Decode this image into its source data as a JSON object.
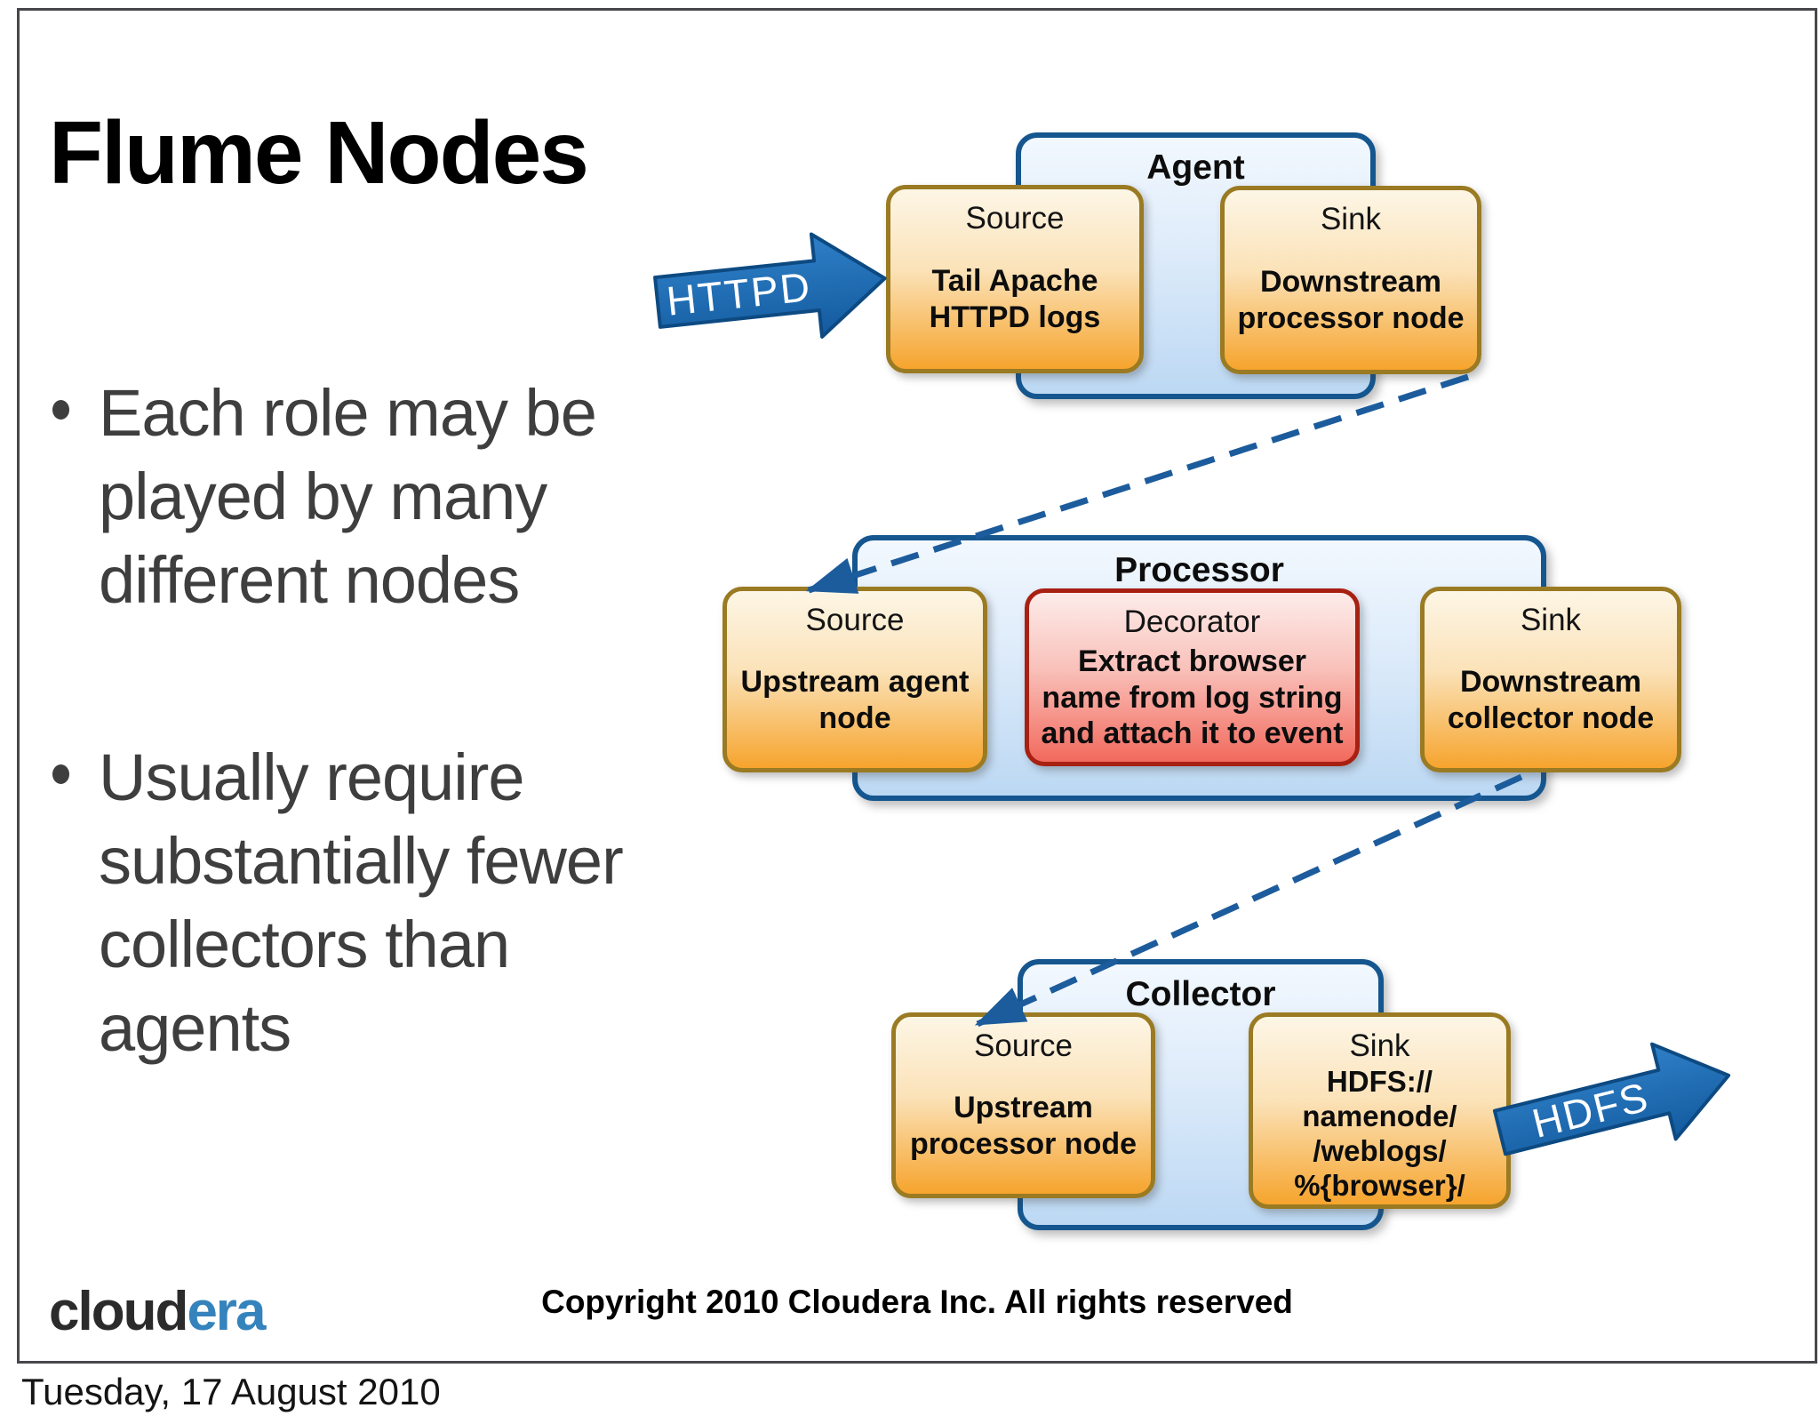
{
  "slide": {
    "title": "Flume Nodes",
    "bullets": [
      "Each role may be\nplayed by many\ndifferent nodes",
      "Usually require\nsubstantially fewer\ncollectors than agents"
    ],
    "date": "Tuesday, 17 August 2010"
  },
  "diagram": {
    "groups": [
      {
        "label": "Agent",
        "nodes": [
          {
            "role": "Source",
            "body": "Tail Apache\nHTTPD logs"
          },
          {
            "role": "Sink",
            "body": "Downstream\nprocessor node"
          }
        ]
      },
      {
        "label": "Processor",
        "nodes": [
          {
            "role": "Source",
            "body": "Upstream agent\nnode"
          },
          {
            "role": "Decorator",
            "body": "Extract browser\nname from log string\nand attach it to event"
          },
          {
            "role": "Sink",
            "body": "Downstream\ncollector node"
          }
        ]
      },
      {
        "label": "Collector",
        "nodes": [
          {
            "role": "Source",
            "body": "Upstream\nprocessor node"
          },
          {
            "role": "Sink",
            "body": "HDFS://\nnamenode/\n/weblogs/\n%{browser}/"
          }
        ]
      }
    ],
    "arrows": {
      "in_label": "HTTPD",
      "out_label": "HDFS"
    },
    "colors": {
      "container_border": "#15568f",
      "container_fill_bottom": "#bcd8f3",
      "node_border": "#9a7a22",
      "node_fill_bottom": "#f6a42d",
      "decorator_border": "#a82012",
      "decorator_fill_bottom": "#f2695d",
      "arrow_fill": "#1e6fb7",
      "dashed_connector": "#1d5c9c",
      "logo_accent": "#3583bc"
    }
  },
  "footer": {
    "logo_part1": "cloud",
    "logo_part2": "era",
    "copyright": "Copyright 2010 Cloudera Inc. All rights reserved"
  }
}
